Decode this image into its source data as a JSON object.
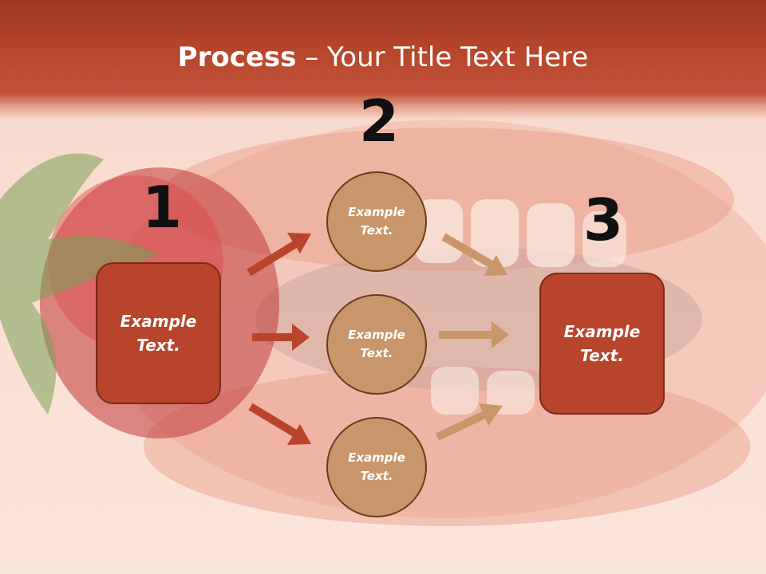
{
  "title": {
    "bold": "Process",
    "dash": " – ",
    "rest": "Your Title Text Here"
  },
  "steps": [
    {
      "number": "1",
      "label_line1": "Example",
      "label_line2": "Text."
    },
    {
      "number": "2"
    },
    {
      "number": "3",
      "label_line1": "Example",
      "label_line2": "Text."
    }
  ],
  "circles": [
    {
      "label_line1": "Example",
      "label_line2": "Text."
    },
    {
      "label_line1": "Example",
      "label_line2": "Text."
    },
    {
      "label_line1": "Example",
      "label_line2": "Text."
    }
  ],
  "colors": {
    "title_bar": "#b8472b",
    "box_fill": "#b8442b",
    "circle_fill": "#c8966a",
    "arrow_dark": "#b8442b",
    "arrow_light": "#c8966a"
  }
}
